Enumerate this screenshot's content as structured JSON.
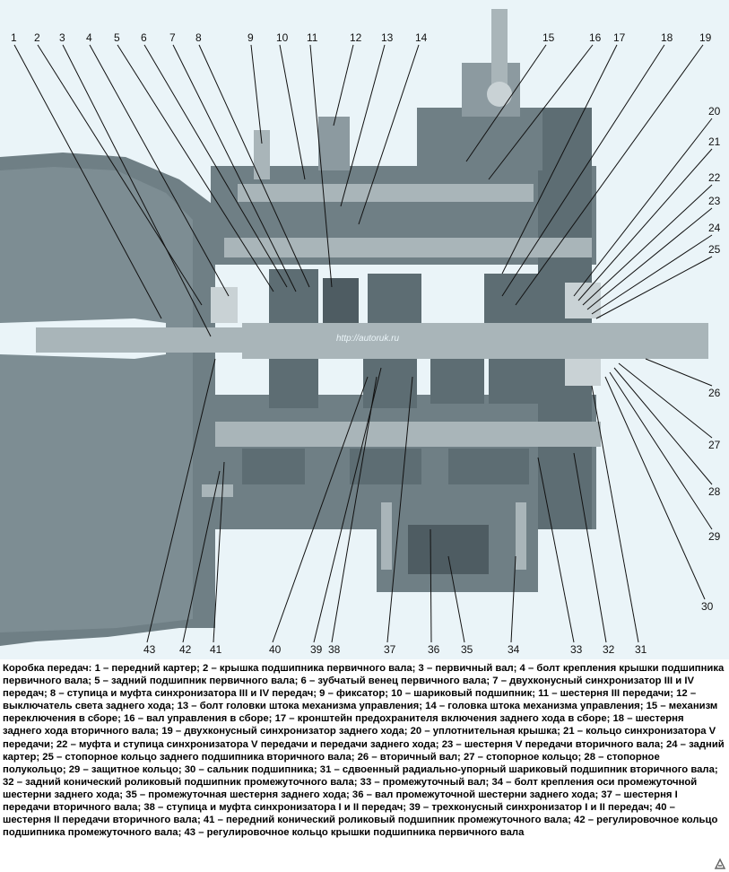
{
  "figure": {
    "watermark": "http://autoruk.ru",
    "callouts": [
      "1",
      "2",
      "3",
      "4",
      "5",
      "6",
      "7",
      "8",
      "9",
      "10",
      "11",
      "12",
      "13",
      "14",
      "15",
      "16",
      "17",
      "18",
      "19",
      "20",
      "21",
      "22",
      "23",
      "24",
      "25",
      "26",
      "27",
      "28",
      "29",
      "30",
      "31",
      "32",
      "33",
      "34",
      "35",
      "36",
      "37",
      "38",
      "39",
      "40",
      "41",
      "42",
      "43"
    ],
    "colors": {
      "housing": "#6f7f85",
      "housing_dark": "#4e5c62",
      "shaft": "#8c9aa0",
      "gear": "#5d6d73",
      "highlight": "#c9d2d5",
      "background": "#eaf4f8"
    }
  },
  "caption": "Коробка передач: 1 – передний картер; 2 – крышка подшипника первичного вала; 3 – первичный вал; 4 – болт крепления крышки подшипника первичного вала; 5 – задний подшипник первичного вала; 6 – зубчатый венец первичного вала; 7 – двухконусный синхронизатор III и IV передач; 8 – ступица и муфта синхронизатора III и IV передач; 9 – фиксатор; 10 – шариковый подшипник; 11 – шестерня III передачи; 12 – выключатель света заднего хода; 13 – болт головки штока механизма управления; 14 – головка штока механизма управления; 15 – механизм переключения в сборе; 16 – вал управления в сборе; 17 – кронштейн предохранителя включения заднего хода в сборе; 18 – шестерня заднего хода вторичного вала; 19 – двухконусный синхронизатор заднего хода; 20 – уплотнительная крышка; 21 – кольцо синхронизатора V передачи; 22 – муфта и ступица синхронизатора V передачи и передачи заднего хода; 23 – шестерня V передачи вторичного вала; 24 – задний картер; 25 – стопорное кольцо заднего подшипника вторичного вала; 26 – вторичный вал; 27 – стопорное кольцо; 28 – стопорное полукольцо; 29 – защитное кольцо; 30 – сальник подшипника; 31 – сдвоенный радиально-упорный шариковый подшипник вторичного вала; 32 – задний конический роликовый подшипник промежуточного вала; 33 – промежуточный вал; 34 – болт крепления оси промежуточной шестерни заднего хода; 35 – промежуточная шестерня заднего хода; 36 – вал промежуточной шестерни заднего хода; 37 – шестерня I передачи вторичного вала; 38 – ступица и муфта синхронизатора I и II передач; 39 – трехконусный синхронизатор I и II передач; 40 – шестерня II передачи вторичного вала; 41 – передний конический роликовый подшипник промежуточного вала; 42 – регулировочное кольцо подшипника промежуточного вала; 43 – регулировочное кольцо крышки подшипника первичного вала"
}
